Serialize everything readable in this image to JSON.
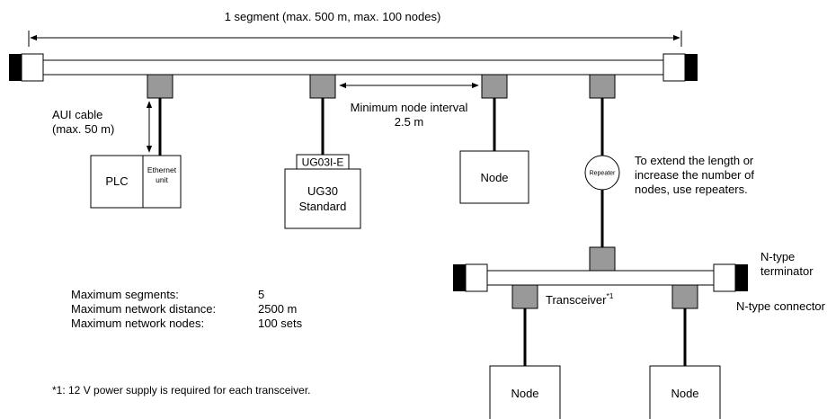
{
  "segment_label": "1 segment (max. 500 m, max. 100 nodes)",
  "aui_cable": [
    "AUI cable",
    "(max. 50 m)"
  ],
  "min_interval": [
    "Minimum node interval",
    "2.5 m"
  ],
  "plc": {
    "label": "PLC",
    "ethernet_unit": [
      "Ethernet",
      "unit"
    ]
  },
  "ug": {
    "adapter": "UG03I-E",
    "name": [
      "UG30",
      "Standard"
    ]
  },
  "node_label": "Node",
  "repeater_label": "Repeater",
  "repeater_note": [
    "To extend the length or",
    "increase the number of",
    "nodes, use repeaters."
  ],
  "n_type_terminator": [
    "N-type",
    "terminator"
  ],
  "n_type_connector": "N-type connector",
  "transceiver": {
    "label": "Transceiver",
    "footnote_mark": "*1"
  },
  "specs": [
    {
      "label": "Maximum segments:",
      "value": "5"
    },
    {
      "label": "Maximum network distance:",
      "value": "2500 m"
    },
    {
      "label": "Maximum network nodes:",
      "value": "100 sets"
    }
  ],
  "footnote": "*1: 12 V power supply is required for each transceiver."
}
